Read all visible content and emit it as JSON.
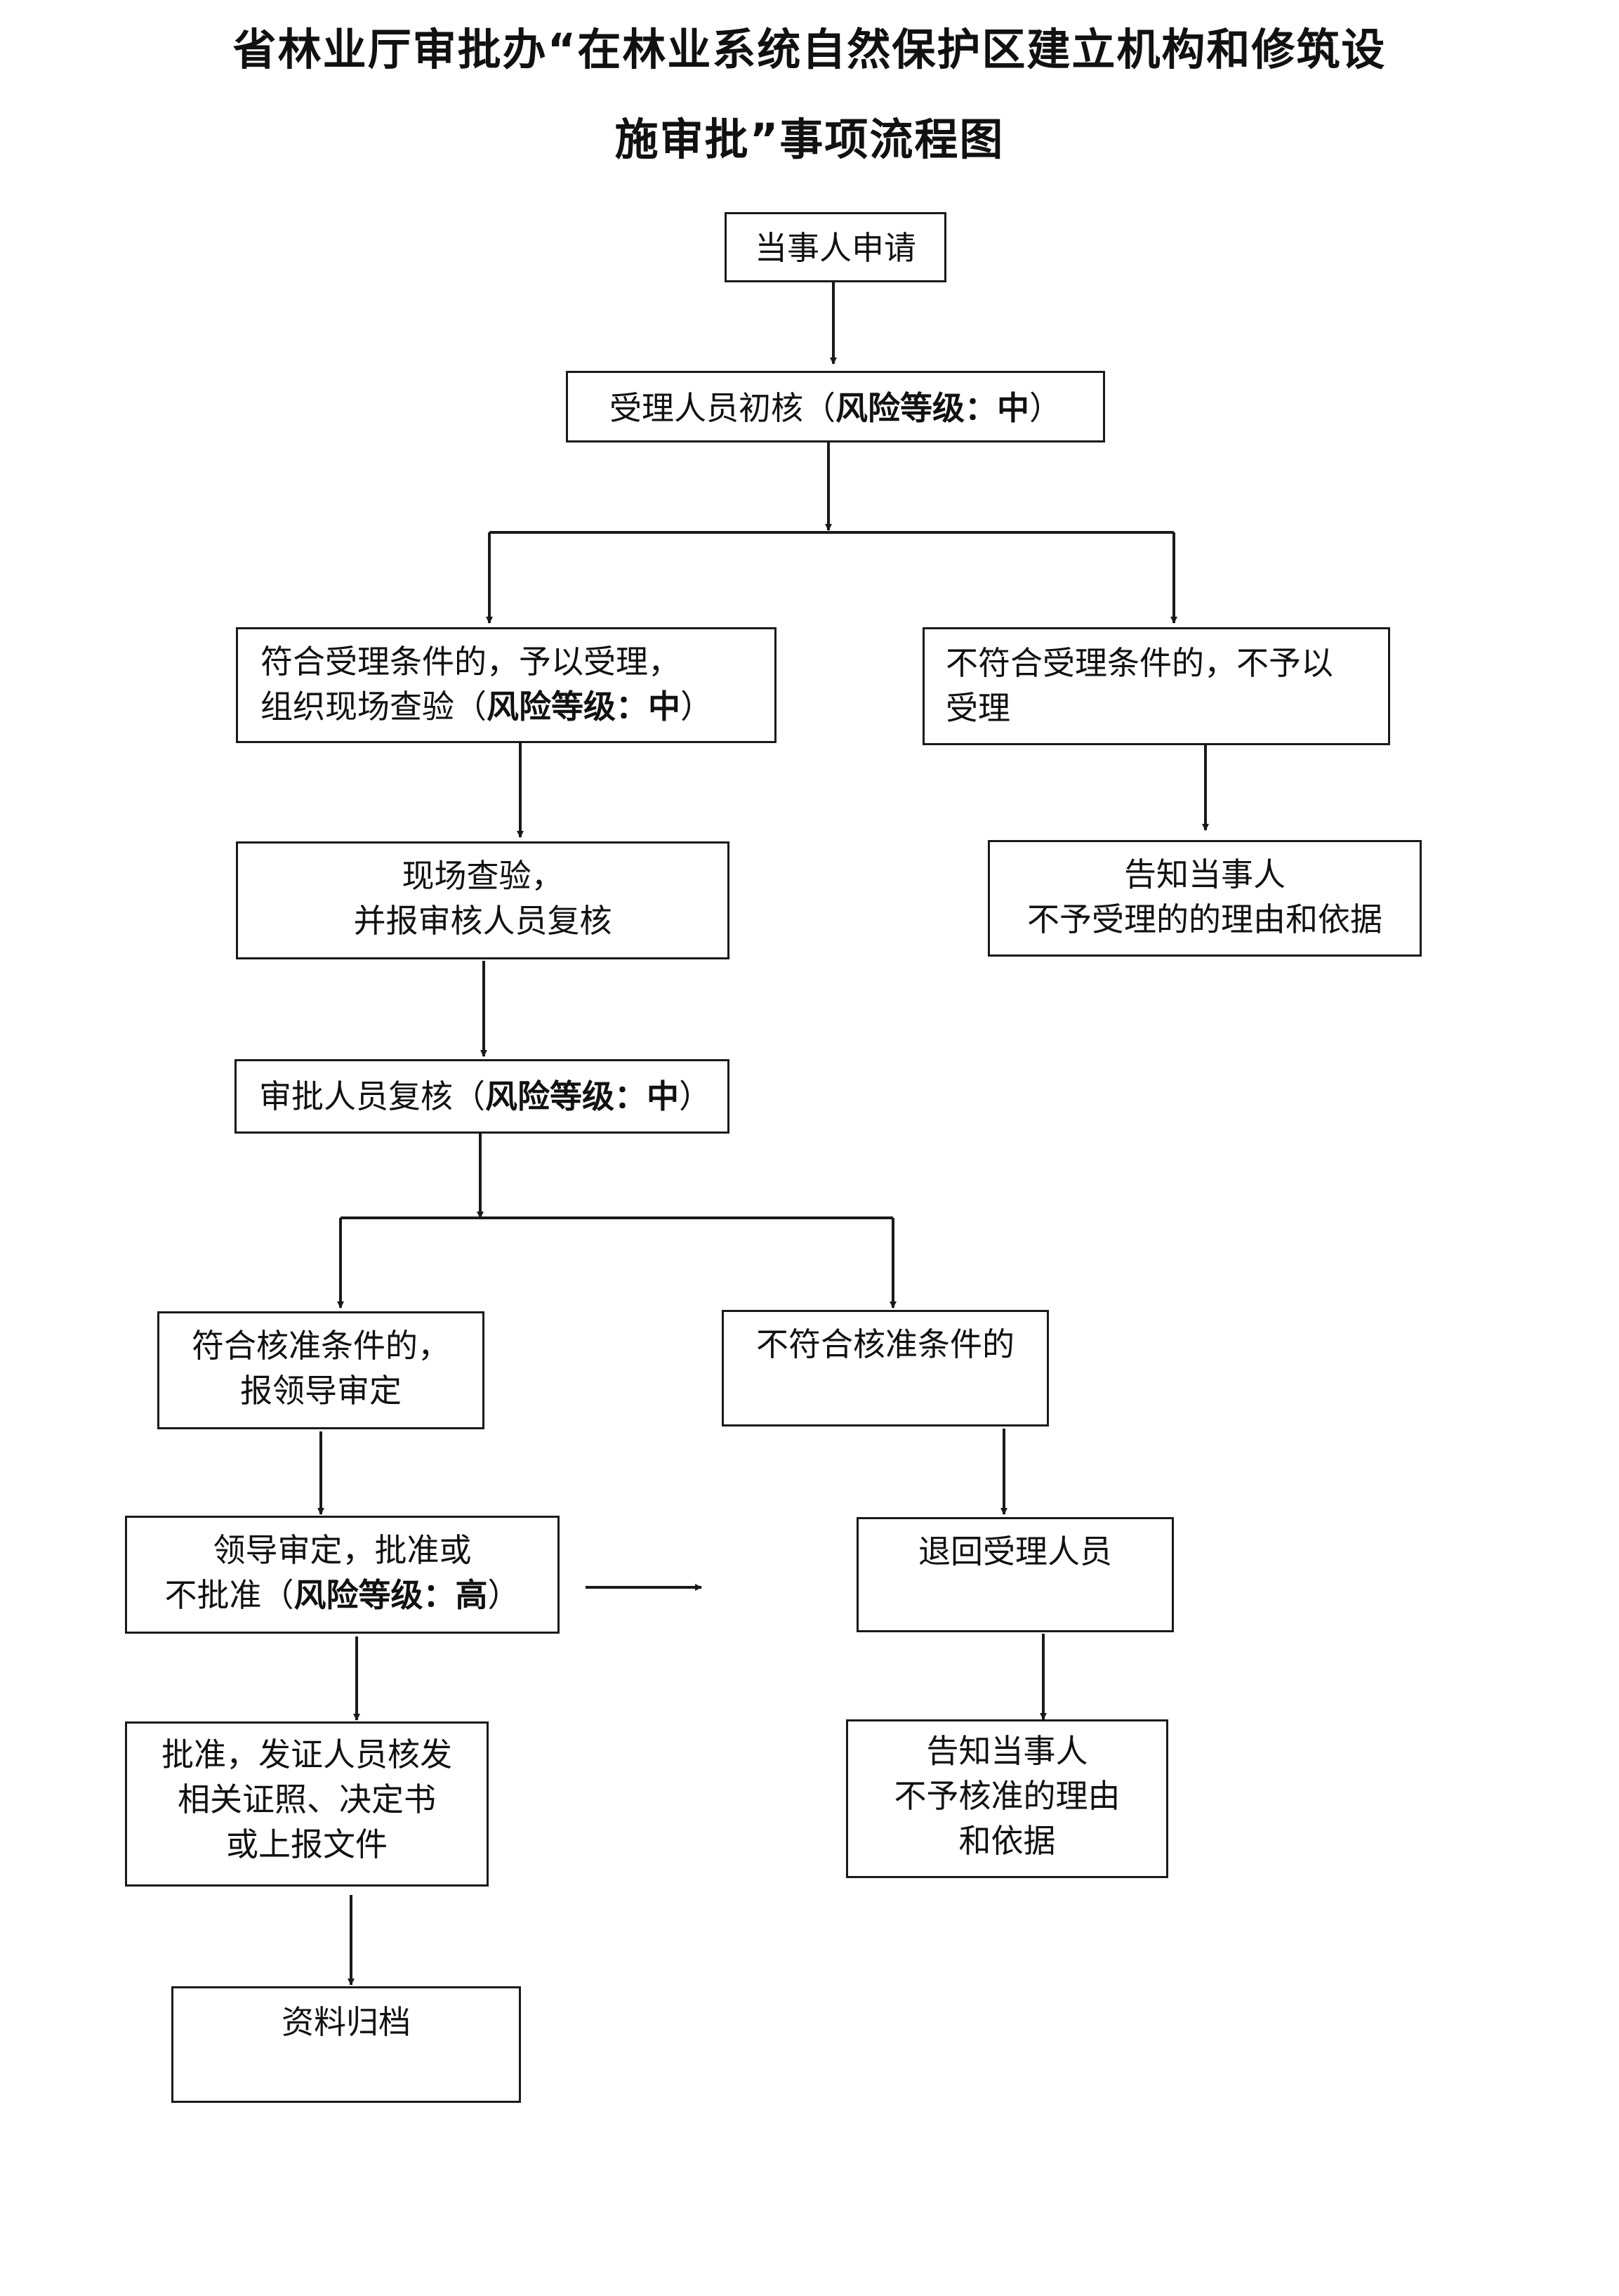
{
  "title": {
    "line1": "省林业厅审批办“在林业系统自然保护区建立机构和修筑设",
    "line2": "施审批”事项流程图"
  },
  "nodes": {
    "apply": {
      "text": "当事人申请"
    },
    "initial_review": {
      "text": "受理人员初核（",
      "risk": "风险等级：中",
      "close": "）"
    },
    "accept": {
      "line1": "符合受理条件的，予以受理，",
      "line2": "组织现场查验（",
      "risk": "风险等级：中",
      "close": "）"
    },
    "reject": {
      "line1": "不符合受理条件的，不予以",
      "line2": "受理"
    },
    "site_check": {
      "line1": "现场查验，",
      "line2": "并报审核人员复核"
    },
    "notify_reject": {
      "line1": "告知当事人",
      "line2": "不予受理的的理由和依据"
    },
    "recheck": {
      "text": "审批人员复核（",
      "risk": "风险等级：中",
      "close": "）"
    },
    "approve_cond": {
      "line1": "符合核准条件的，",
      "line2": "报领导审定"
    },
    "not_approve_cond": {
      "text": "不符合核准条件的"
    },
    "leader_decision": {
      "line1": "领导审定，批准或",
      "line2": "不批准（",
      "risk": "风险等级：高",
      "close": "）"
    },
    "return_staff": {
      "text": "退回受理人员"
    },
    "issue": {
      "line1": "批准，发证人员核发",
      "line2": "相关证照、决定书",
      "line3": "或上报文件"
    },
    "notify_not_approve": {
      "line1": "告知当事人",
      "line2": "不予核准的理由",
      "line3": "和依据"
    },
    "archive": {
      "text": "资料归档"
    }
  },
  "colors": {
    "stroke": "#1a1a1a",
    "text": "#111111",
    "background": "#ffffff"
  }
}
